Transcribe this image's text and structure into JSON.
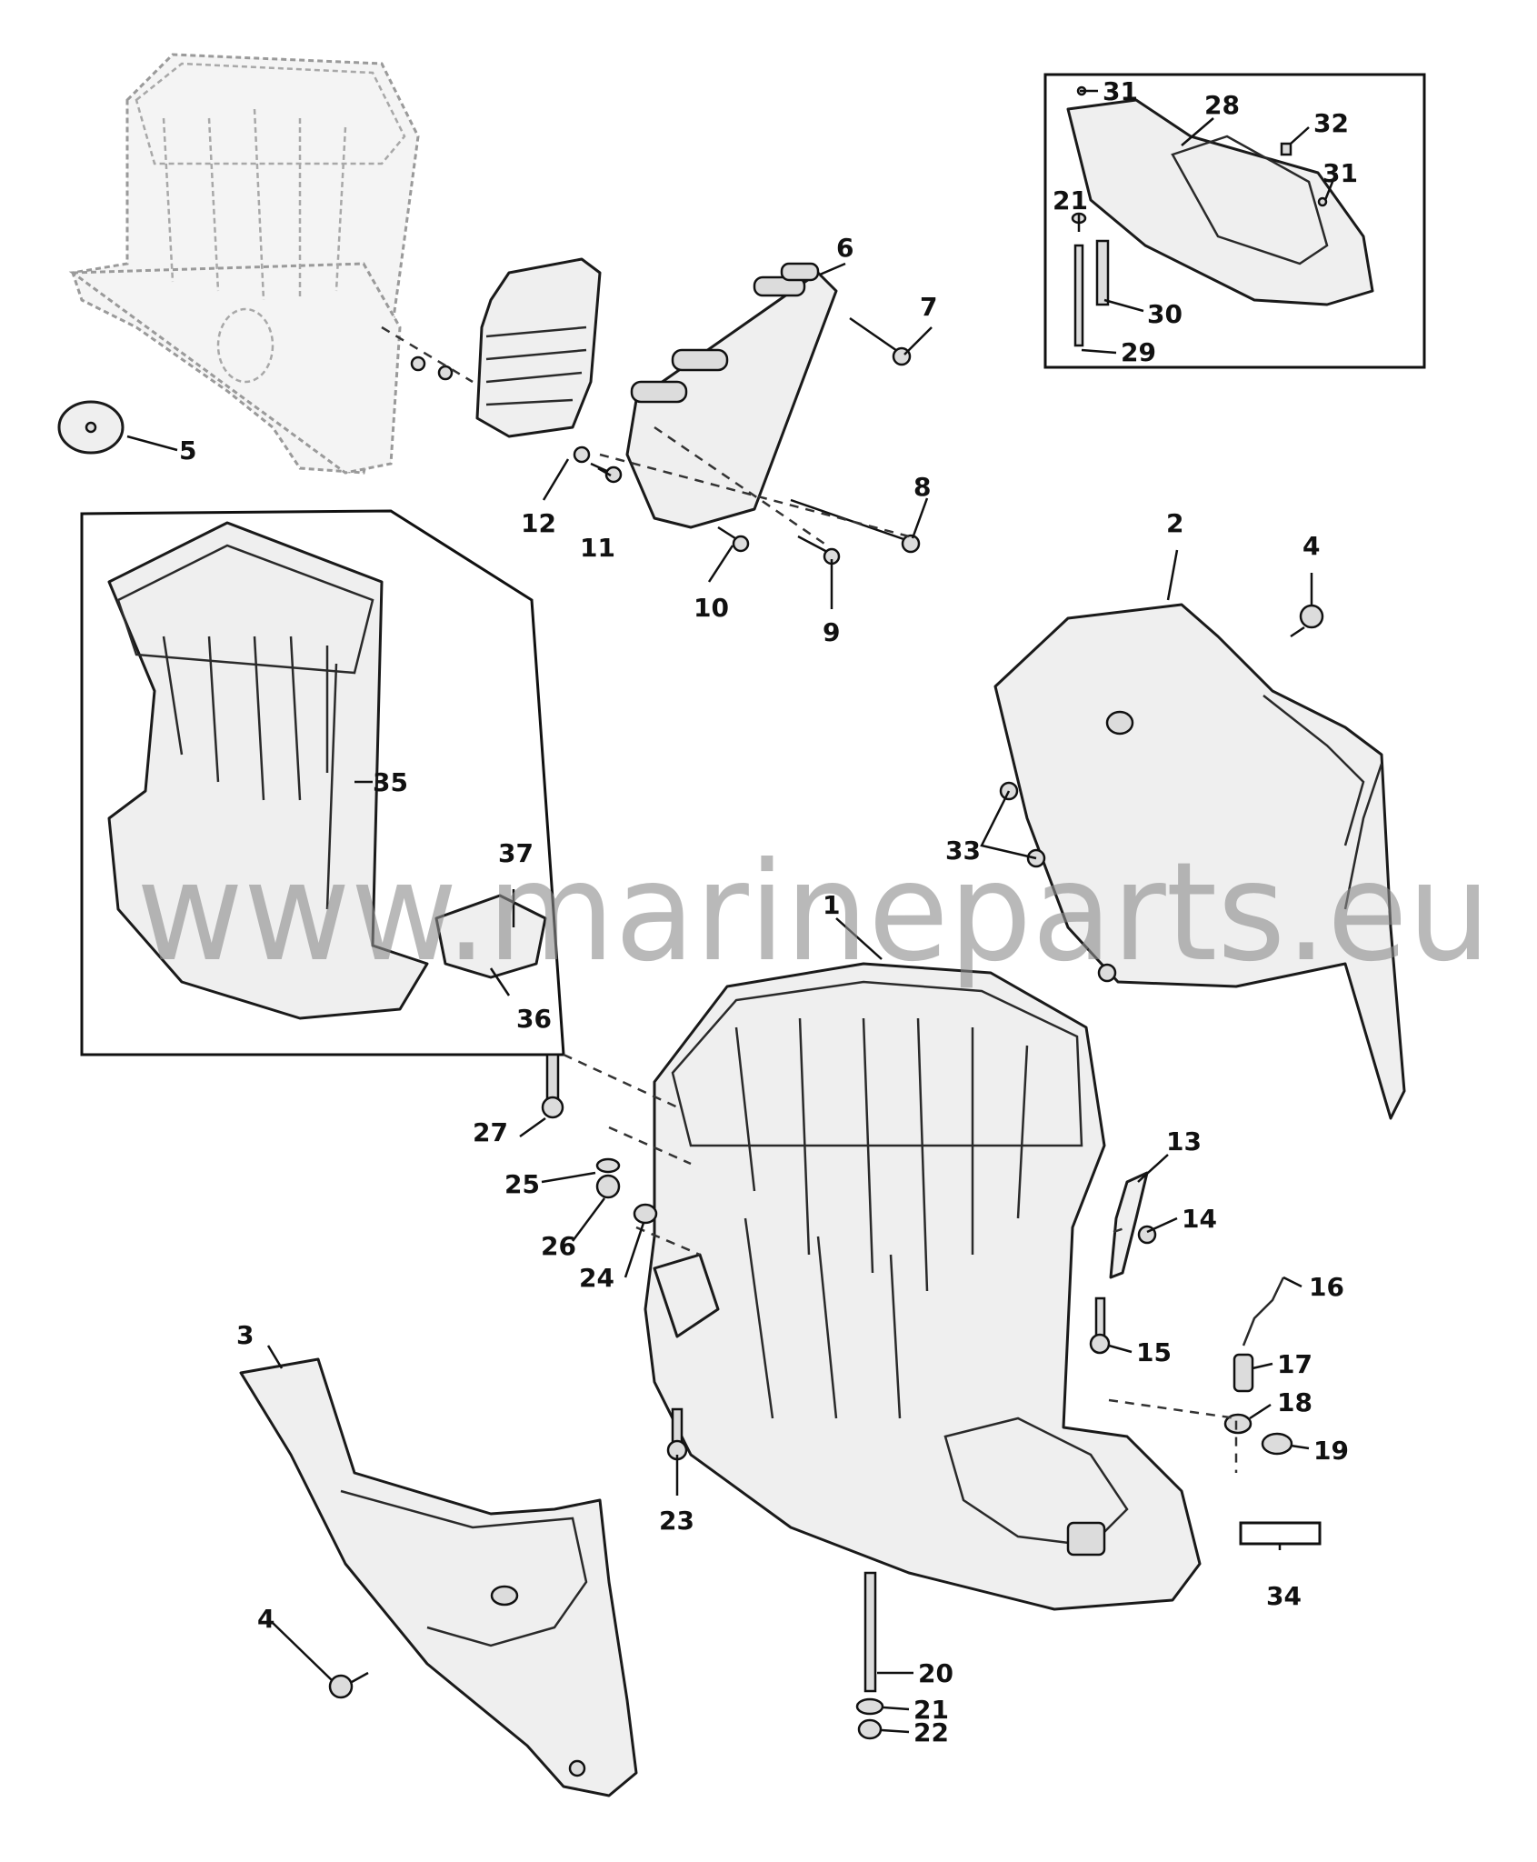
{
  "watermark": "www.marineparts.eu",
  "callouts": {
    "c1": "1",
    "c2": "2",
    "c3": "3",
    "c4a": "4",
    "c4b": "4",
    "c5": "5",
    "c6": "6",
    "c7": "7",
    "c8": "8",
    "c9": "9",
    "c10": "10",
    "c11": "11",
    "c12": "12",
    "c13": "13",
    "c14": "14",
    "c15": "15",
    "c16": "16",
    "c17": "17",
    "c18": "18",
    "c19": "19",
    "c20": "20",
    "c21a": "21",
    "c21b": "21",
    "c22": "22",
    "c23": "23",
    "c24": "24",
    "c25": "25",
    "c26": "26",
    "c27": "27",
    "c28": "28",
    "c29": "29",
    "c30": "30",
    "c31a": "31",
    "c31b": "31",
    "c32": "32",
    "c33": "33",
    "c34": "34",
    "c35": "35",
    "c36": "36",
    "c37": "37"
  }
}
